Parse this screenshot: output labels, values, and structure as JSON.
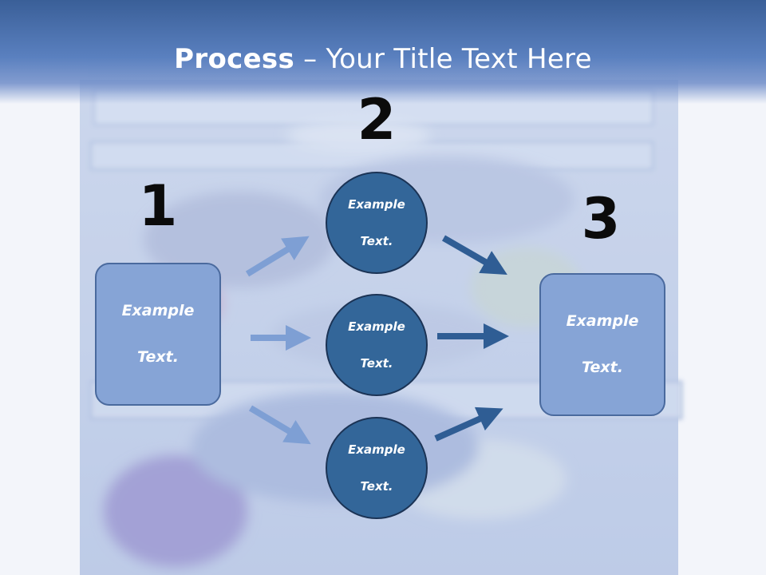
{
  "title": {
    "bold": "Process",
    "rest": " – Your Title Text Here"
  },
  "steps": [
    "1",
    "2",
    "3"
  ],
  "left_box": {
    "line1": "Example",
    "line2": "Text."
  },
  "circles": [
    {
      "line1": "Example",
      "line2": "Text."
    },
    {
      "line1": "Example",
      "line2": "Text."
    },
    {
      "line1": "Example",
      "line2": "Text."
    }
  ],
  "right_box": {
    "line1": "Example",
    "line2": "Text."
  },
  "colors": {
    "header": "#4a6fae",
    "box_fill": "#86a4d6",
    "circle_fill": "#336699",
    "arrow_light": "#7e9fd4",
    "arrow_dark": "#2f5d94"
  }
}
